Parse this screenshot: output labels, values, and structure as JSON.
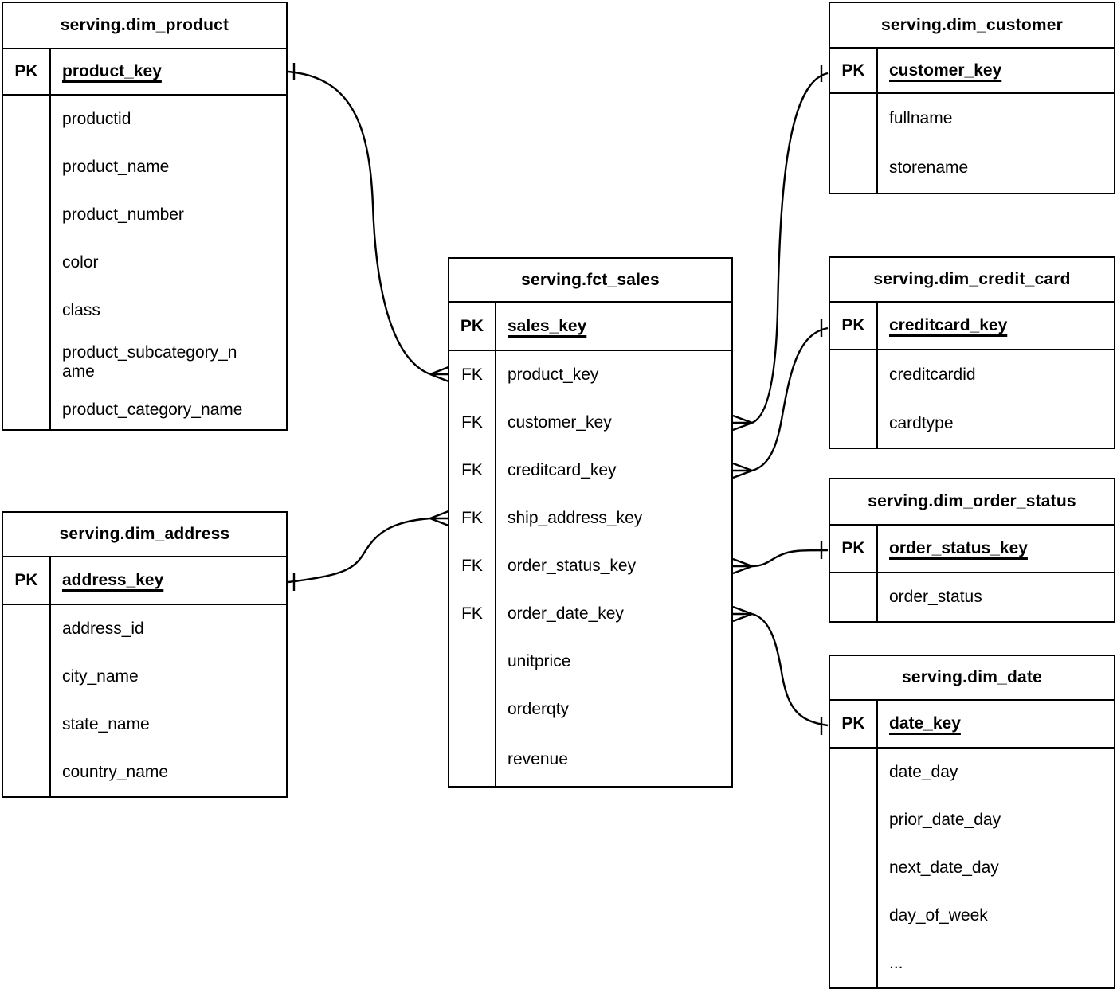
{
  "diagram": {
    "colors": {
      "line": "#000000",
      "background": "#ffffff",
      "text": "#000000"
    },
    "tables": [
      {
        "id": "dim_product",
        "title": "serving.dim_product",
        "rows": [
          {
            "badge": "PK",
            "name": "product_key",
            "is_pk": true
          },
          {
            "badge": "",
            "name": "productid"
          },
          {
            "badge": "",
            "name": "product_name"
          },
          {
            "badge": "",
            "name": "product_number"
          },
          {
            "badge": "",
            "name": "color"
          },
          {
            "badge": "",
            "name": "class"
          },
          {
            "badge": "",
            "name": "product_subcategory_name"
          },
          {
            "badge": "",
            "name": "product_category_name"
          }
        ]
      },
      {
        "id": "dim_address",
        "title": "serving.dim_address",
        "rows": [
          {
            "badge": "PK",
            "name": "address_key",
            "is_pk": true
          },
          {
            "badge": "",
            "name": "address_id"
          },
          {
            "badge": "",
            "name": "city_name"
          },
          {
            "badge": "",
            "name": "state_name"
          },
          {
            "badge": "",
            "name": "country_name"
          }
        ]
      },
      {
        "id": "fct_sales",
        "title": "serving.fct_sales",
        "rows": [
          {
            "badge": "PK",
            "name": "sales_key",
            "is_pk": true
          },
          {
            "badge": "FK",
            "name": "product_key"
          },
          {
            "badge": "FK",
            "name": "customer_key"
          },
          {
            "badge": "FK",
            "name": "creditcard_key"
          },
          {
            "badge": "FK",
            "name": "ship_address_key"
          },
          {
            "badge": "FK",
            "name": "order_status_key"
          },
          {
            "badge": "FK",
            "name": "order_date_key"
          },
          {
            "badge": "",
            "name": "unitprice"
          },
          {
            "badge": "",
            "name": "orderqty"
          },
          {
            "badge": "",
            "name": "revenue"
          }
        ]
      },
      {
        "id": "dim_customer",
        "title": "serving.dim_customer",
        "rows": [
          {
            "badge": "PK",
            "name": "customer_key",
            "is_pk": true
          },
          {
            "badge": "",
            "name": "fullname"
          },
          {
            "badge": "",
            "name": "storename"
          }
        ]
      },
      {
        "id": "dim_credit_card",
        "title": "serving.dim_credit_card",
        "rows": [
          {
            "badge": "PK",
            "name": "creditcard_key",
            "is_pk": true
          },
          {
            "badge": "",
            "name": "creditcardid"
          },
          {
            "badge": "",
            "name": "cardtype"
          }
        ]
      },
      {
        "id": "dim_order_status",
        "title": "serving.dim_order_status",
        "rows": [
          {
            "badge": "PK",
            "name": "order_status_key",
            "is_pk": true
          },
          {
            "badge": "",
            "name": "order_status"
          }
        ]
      },
      {
        "id": "dim_date",
        "title": "serving.dim_date",
        "rows": [
          {
            "badge": "PK",
            "name": "date_key",
            "is_pk": true
          },
          {
            "badge": "",
            "name": "date_day"
          },
          {
            "badge": "",
            "name": "prior_date_day"
          },
          {
            "badge": "",
            "name": "next_date_day"
          },
          {
            "badge": "",
            "name": "day_of_week"
          },
          {
            "badge": "",
            "name": "..."
          }
        ]
      }
    ],
    "relationships": [
      {
        "one_table": "serving.dim_product",
        "one_field": "product_key",
        "many_table": "serving.fct_sales",
        "many_field": "product_key",
        "cardinality": "one-to-many"
      },
      {
        "one_table": "serving.dim_address",
        "one_field": "address_key",
        "many_table": "serving.fct_sales",
        "many_field": "ship_address_key",
        "cardinality": "one-to-many"
      },
      {
        "one_table": "serving.dim_customer",
        "one_field": "customer_key",
        "many_table": "serving.fct_sales",
        "many_field": "customer_key",
        "cardinality": "one-to-many"
      },
      {
        "one_table": "serving.dim_credit_card",
        "one_field": "creditcard_key",
        "many_table": "serving.fct_sales",
        "many_field": "creditcard_key",
        "cardinality": "one-to-many"
      },
      {
        "one_table": "serving.dim_order_status",
        "one_field": "order_status_key",
        "many_table": "serving.fct_sales",
        "many_field": "order_status_key",
        "cardinality": "one-to-many"
      },
      {
        "one_table": "serving.dim_date",
        "one_field": "date_key",
        "many_table": "serving.fct_sales",
        "many_field": "order_date_key",
        "cardinality": "one-to-many"
      }
    ]
  }
}
